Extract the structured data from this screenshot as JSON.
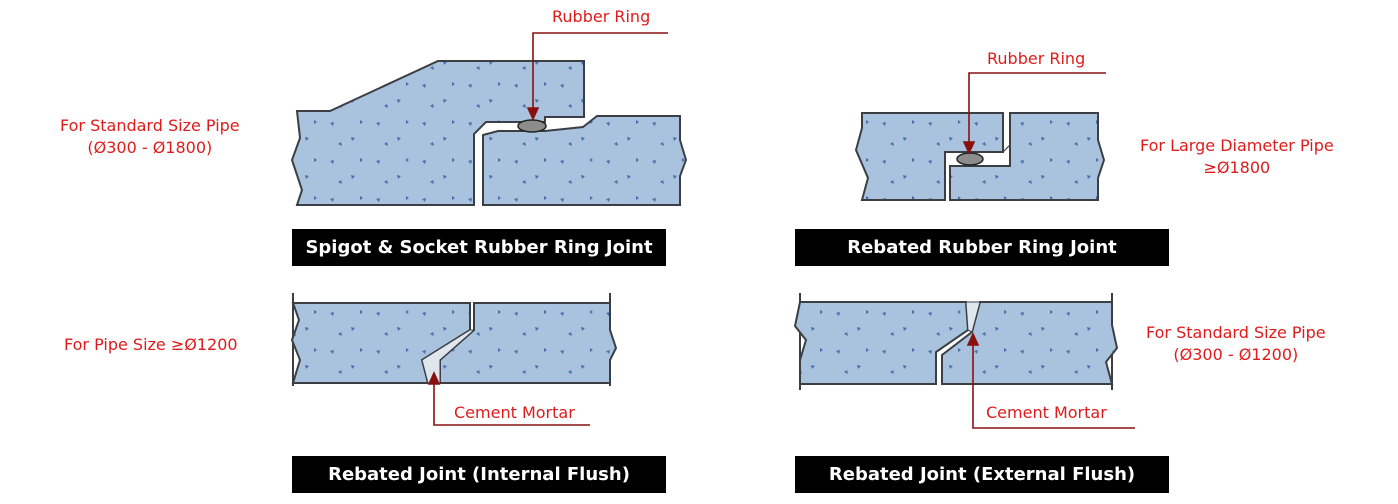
{
  "colors": {
    "concrete": "#a9c2de",
    "outline": "#3b3f44",
    "label": "#e01b1b",
    "leader": "#8a1010",
    "caption_bg": "#000000",
    "caption_text": "#ffffff",
    "rubber": "#8c8c8c",
    "mortar": "#dfe6ee"
  },
  "panels": [
    {
      "caption": "Spigot & Socket Rubber Ring Joint",
      "callout": "Rubber Ring",
      "note": [
        "For Standard Size Pipe",
        "(Ø300 - Ø1800)"
      ]
    },
    {
      "caption": "Rebated Rubber Ring Joint",
      "callout": "Rubber Ring",
      "note": [
        "For Large Diameter Pipe",
        "≥Ø1800"
      ]
    },
    {
      "caption": "Rebated Joint (Internal Flush)",
      "callout": "Cement Mortar",
      "note": [
        "For Pipe Size ≥Ø1200"
      ]
    },
    {
      "caption": "Rebated Joint (External Flush)",
      "callout": "Cement Mortar",
      "note": [
        "For Standard Size Pipe",
        "(Ø300 - Ø1200)"
      ]
    }
  ]
}
